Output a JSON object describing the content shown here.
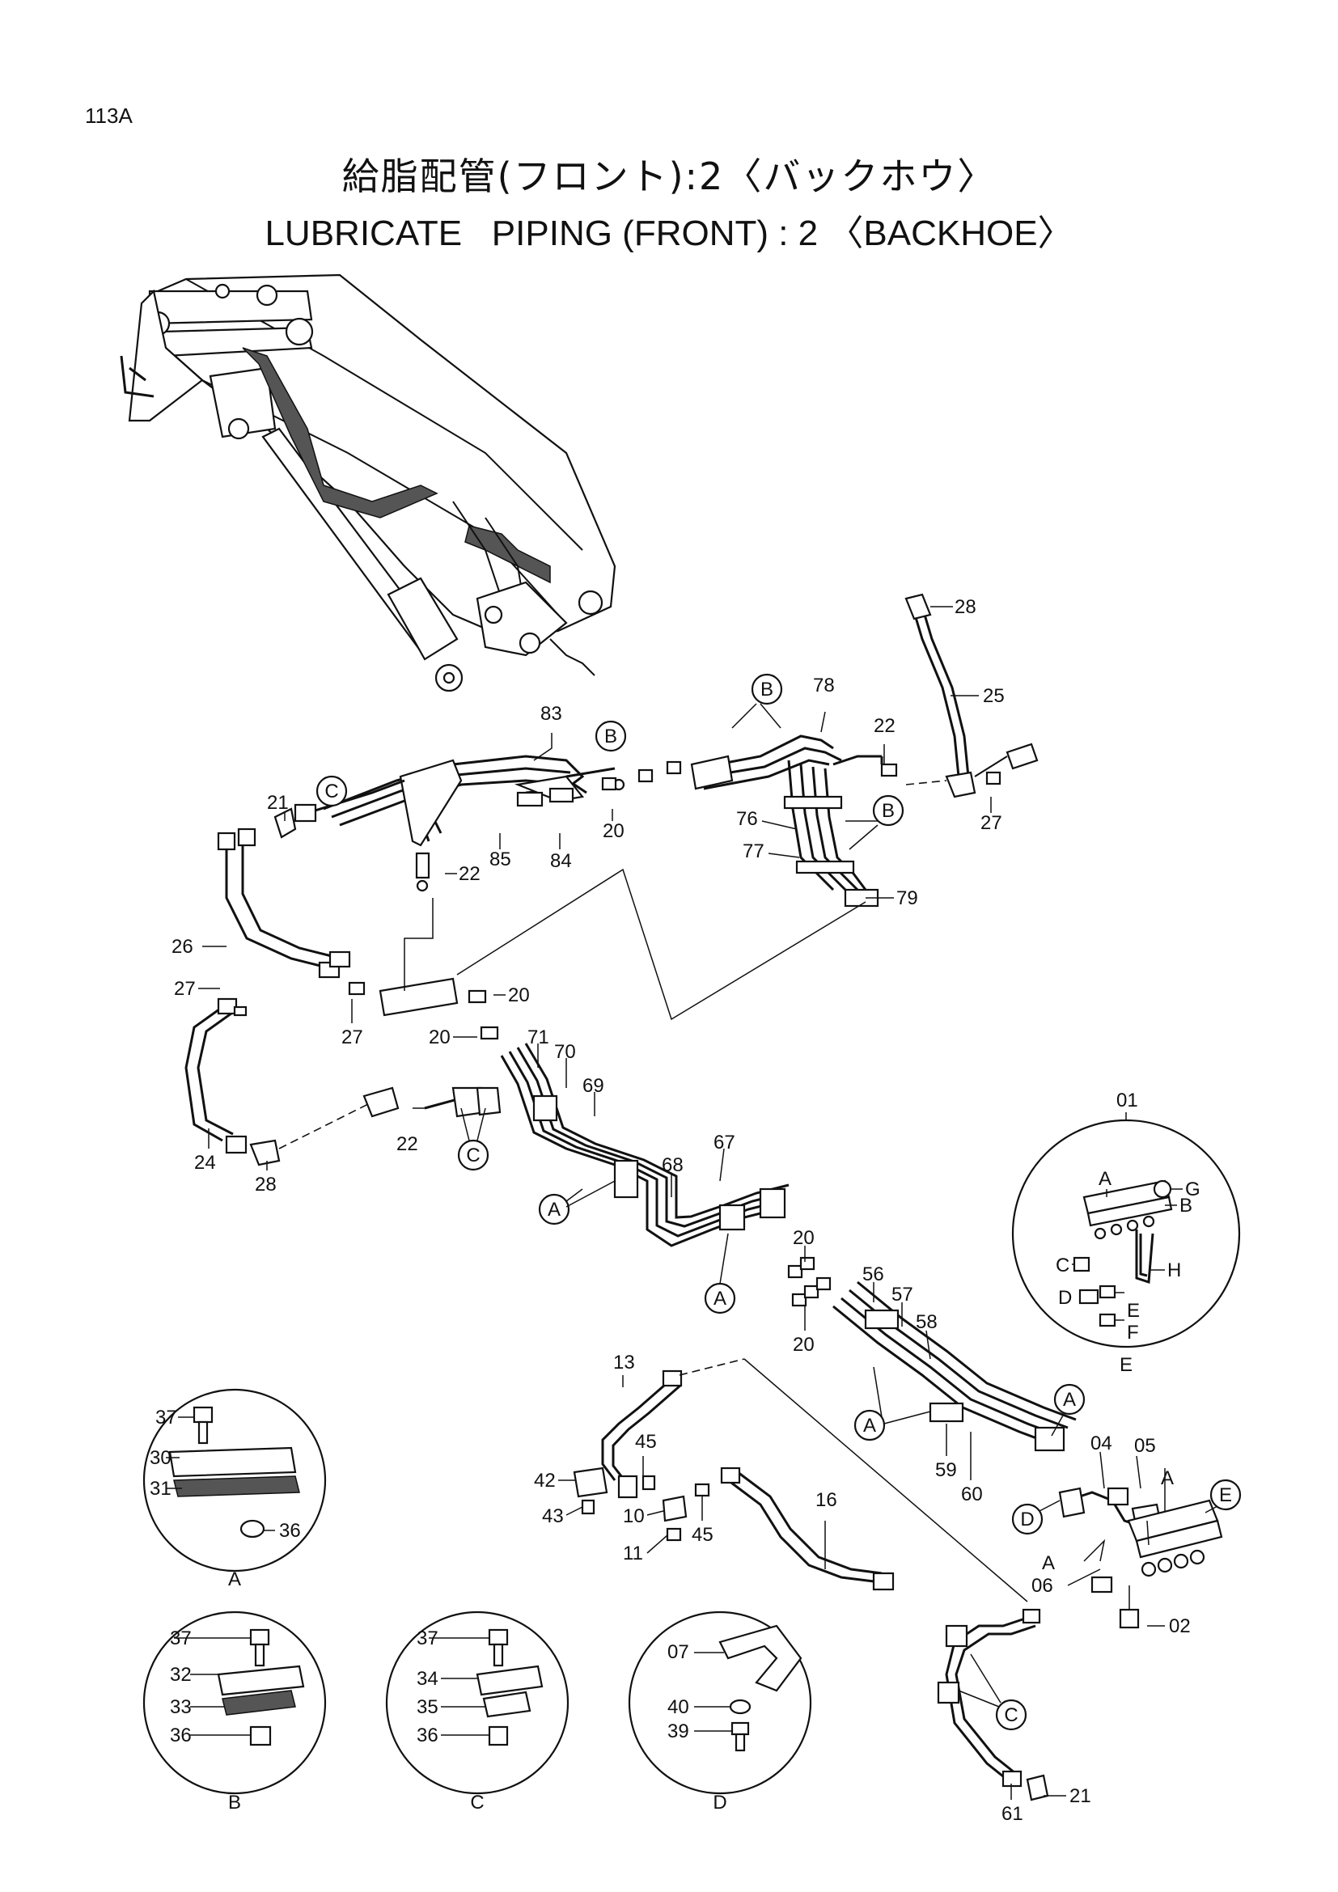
{
  "page": {
    "code": "113A",
    "title_jp": "給脂配管(フロント):2〈バックホウ〉",
    "title_en": "LUBRICATE   PIPING (FRONT) : 2 〈BACKHOE〉"
  },
  "diagram": {
    "part_labels": {
      "p83": "83",
      "p21a": "21",
      "p22a": "22",
      "p85": "85",
      "p84": "84",
      "p20a": "20",
      "p78": "78",
      "p22b": "22",
      "p28a": "28",
      "p25": "25",
      "p27a": "27",
      "p76": "76",
      "p77": "77",
      "p79": "79",
      "p26": "26",
      "p27b": "27",
      "p27c": "27",
      "p20b": "20",
      "p20c": "20",
      "p71": "71",
      "p70": "70",
      "p69": "69",
      "p68": "68",
      "p67": "67",
      "p22c": "22",
      "p24": "24",
      "p28b": "28",
      "p20d": "20",
      "p20e": "20",
      "p56": "56",
      "p57": "57",
      "p58": "58",
      "p59": "59",
      "p60": "60",
      "p04": "04",
      "p05": "05",
      "p06": "06",
      "p02": "02",
      "p13": "13",
      "p45a": "45",
      "p42": "42",
      "p43": "43",
      "p10": "10",
      "p11": "11",
      "p45b": "45",
      "p16": "16",
      "p61": "61",
      "p21b": "21",
      "p01": "01"
    },
    "callouts": {
      "A": "A",
      "B": "B",
      "C": "C",
      "D": "D",
      "E": "E"
    },
    "detail_01": {
      "label": "01",
      "caption": "E",
      "items": {
        "a": "A",
        "b": "B",
        "c": "C",
        "d": "D",
        "e": "E",
        "f": "F",
        "g": "G",
        "h": "H"
      }
    },
    "detail_A": {
      "caption": "A",
      "items": {
        "p37": "37",
        "p30": "30",
        "p31": "31",
        "p36": "36"
      }
    },
    "detail_B": {
      "caption": "B",
      "items": {
        "p37": "37",
        "p32": "32",
        "p33": "33",
        "p36": "36"
      }
    },
    "detail_C": {
      "caption": "C",
      "items": {
        "p37": "37",
        "p34": "34",
        "p35": "35",
        "p36": "36"
      }
    },
    "detail_D": {
      "caption": "D",
      "items": {
        "p07": "07",
        "p40": "40",
        "p39": "39"
      }
    },
    "section_marks": {
      "a1": "A",
      "a2": "A"
    }
  }
}
